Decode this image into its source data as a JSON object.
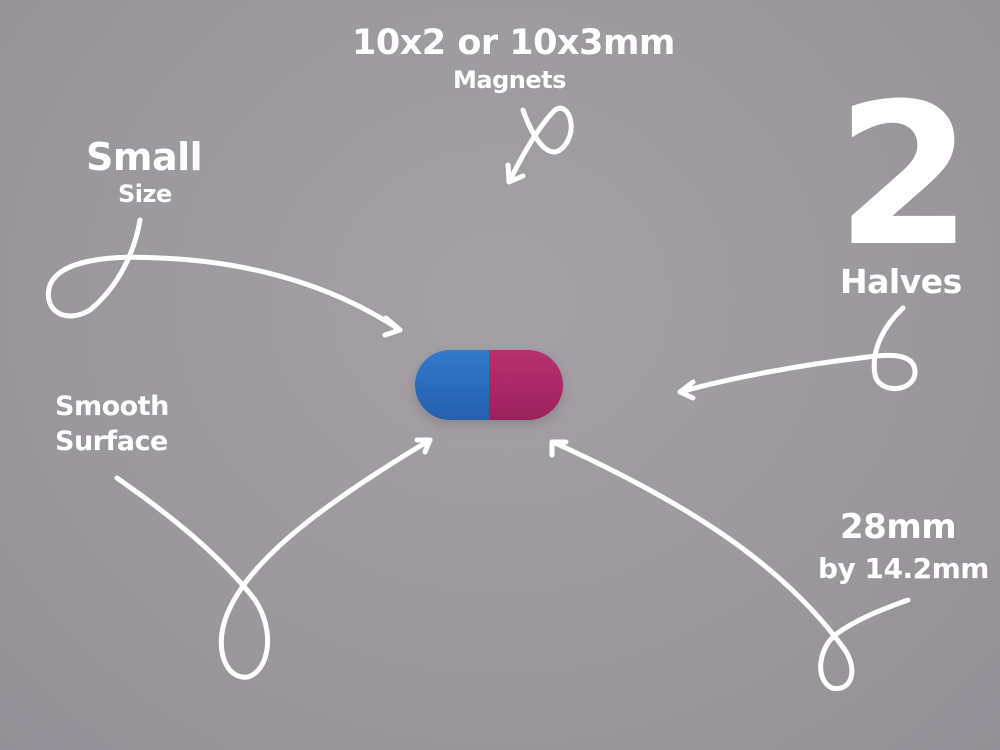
{
  "labels": {
    "magnets_size": "10x2 or 10x3mm",
    "magnets": "Magnets",
    "small": "Small",
    "size": "Size",
    "big_number": "2",
    "halves": "Halves",
    "smooth": "Smooth",
    "surface": "Surface",
    "length": "28mm",
    "width": "by 14.2mm"
  },
  "colors": {
    "background": "#9b989d",
    "pill_blue": "#2a6bbd",
    "pill_magenta": "#a82865",
    "annotation": "#ffffff"
  }
}
